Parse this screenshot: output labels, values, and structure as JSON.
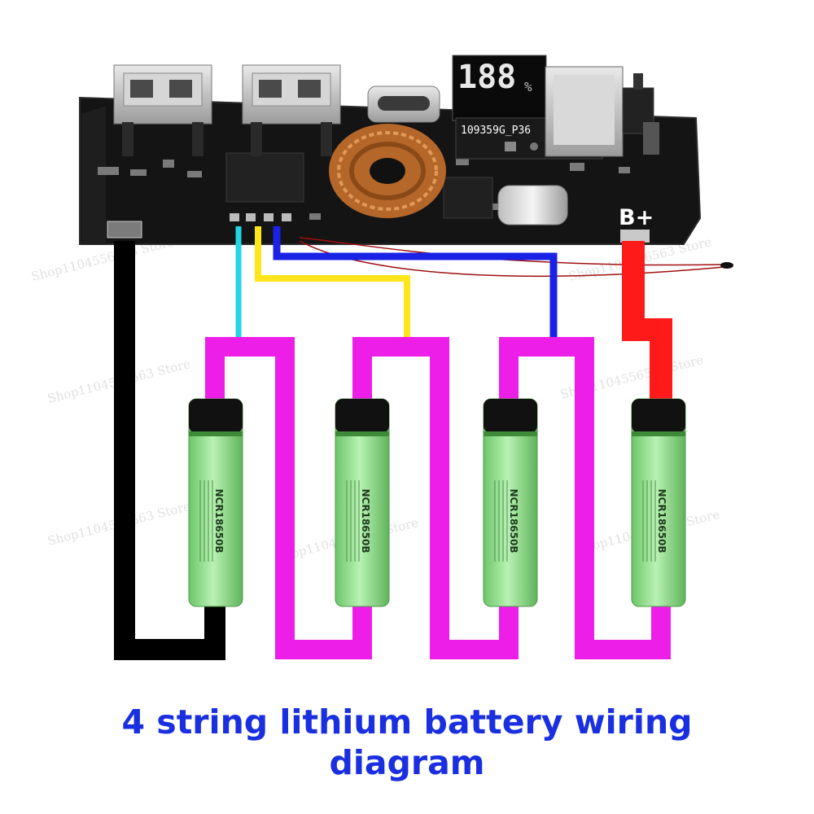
{
  "title_lines": [
    "4 string lithium battery wiring",
    "diagram"
  ],
  "board": {
    "model_label": "109359G_P36",
    "display_digits": "188",
    "display_unit": "%",
    "positive_label": "B+"
  },
  "batteries": [
    {
      "model": "NCR18650B"
    },
    {
      "model": "NCR18650B"
    },
    {
      "model": "NCR18650B"
    },
    {
      "model": "NCR18650B"
    }
  ],
  "watermark": "Shop1104556563 Store",
  "colors": {
    "pcb": "#121212",
    "negative_wire": "#000000",
    "positive_wire": "#ff1a1a",
    "series_link": "#ee1ee9",
    "balance_1": "#25d4e6",
    "balance_2": "#ffe51a",
    "balance_3": "#1a22e6",
    "battery_body": "#9ee39a",
    "caption": "#1a2fe0"
  },
  "icons": [
    "usb-a-port-icon",
    "usb-c-port-icon",
    "toroid-inductor-icon",
    "capacitor-icon",
    "thermistor-icon"
  ]
}
